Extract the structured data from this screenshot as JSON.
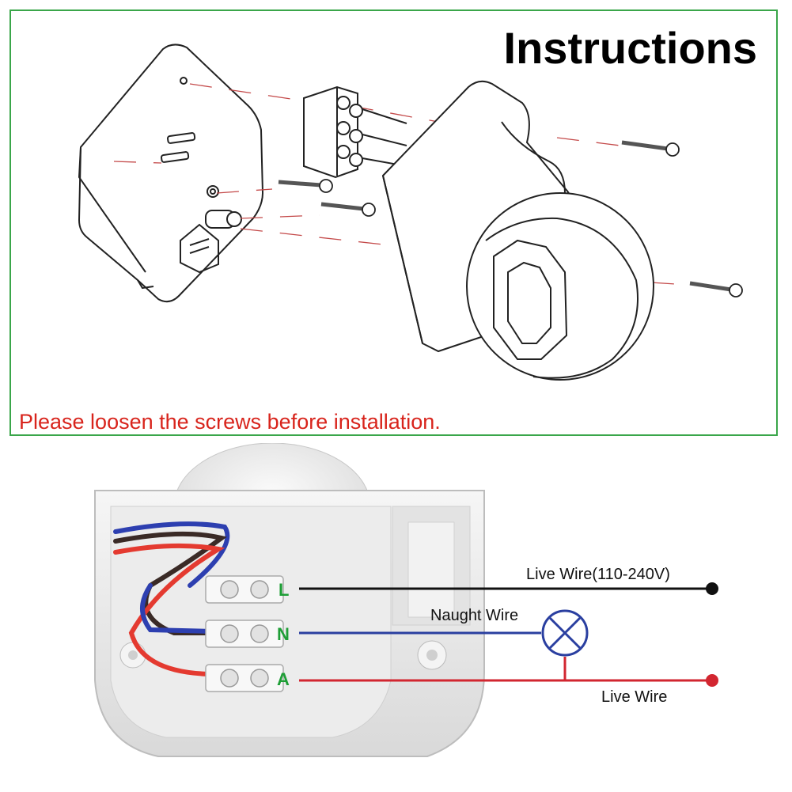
{
  "header": {
    "title": "Instructions"
  },
  "notice": {
    "text": "Please loosen the screws before installation."
  },
  "wiring": {
    "terminals": {
      "l": "L",
      "n": "N",
      "a": "A"
    },
    "labels": {
      "live_in": "Live Wire(110-240V)",
      "neutral": "Naught Wire",
      "live_out": "Live Wire"
    }
  },
  "colors": {
    "border": "#3aa64a",
    "warning": "#d8241c",
    "live_line": "#111111",
    "neutral_line": "#2a3fa0",
    "load_line": "#d22630",
    "terminal_text": "#1e9e36"
  }
}
